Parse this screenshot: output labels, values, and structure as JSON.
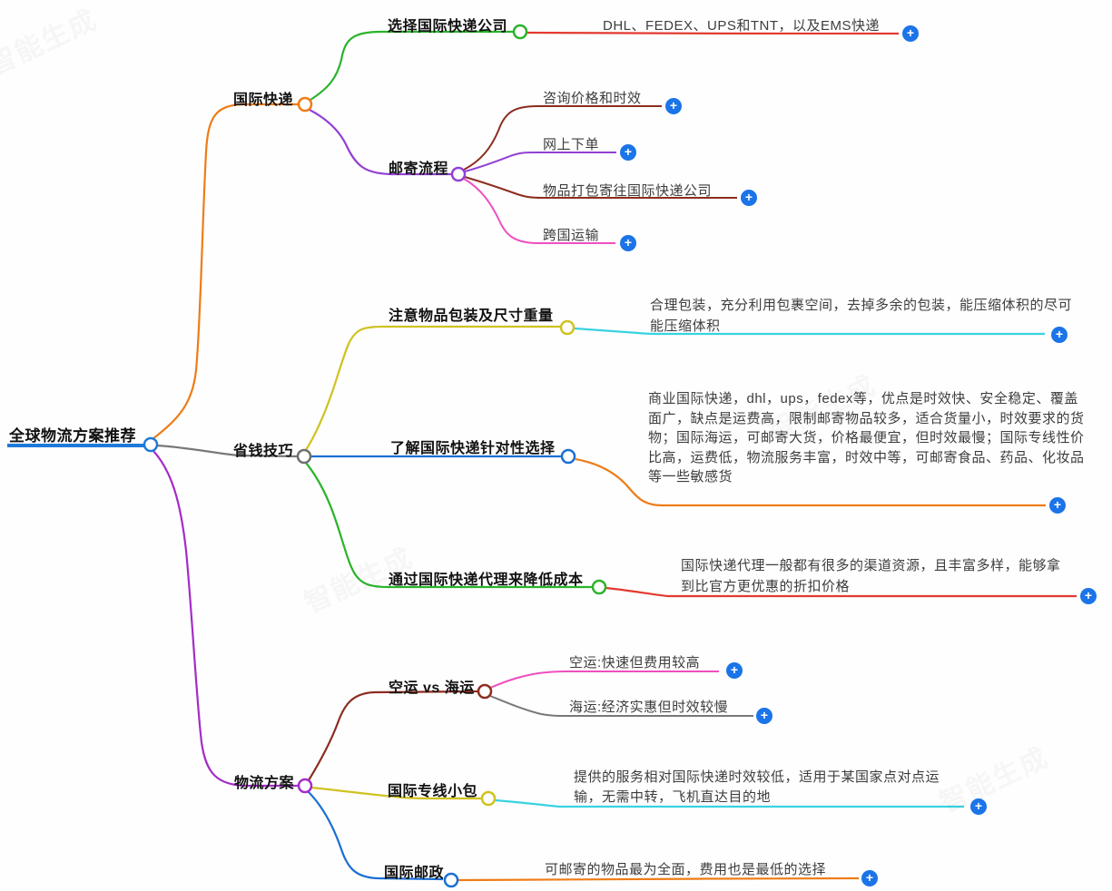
{
  "watermark": {
    "text": "智能生成"
  },
  "icons": {
    "plus": "+"
  },
  "colors": {
    "root_blue": "#1d7ad9",
    "orange": "#ee7c16",
    "gray": "#787878",
    "purple": "#a42cc8",
    "green": "#2ab32a",
    "red": "#e23a30",
    "maroon": "#8c2d20",
    "violet": "#9340d5",
    "pink": "#ee4fc0",
    "yellow": "#d0c220",
    "cyan": "#38d3e0",
    "deep_blue": "#1a6fd4",
    "plus_blue": "#1b74e8"
  },
  "root": {
    "label": "全球物流方案推荐"
  },
  "branches": [
    {
      "label": "国际快递",
      "children": [
        {
          "label": "选择国际快递公司",
          "children": [
            {
              "label": "DHL、FEDEX、UPS和TNT，以及EMS快递"
            }
          ]
        },
        {
          "label": "邮寄流程",
          "children": [
            {
              "label": "咨询价格和时效"
            },
            {
              "label": "网上下单"
            },
            {
              "label": "物品打包寄往国际快递公司"
            },
            {
              "label": "跨国运输"
            }
          ]
        }
      ]
    },
    {
      "label": "省钱技巧",
      "children": [
        {
          "label": "注意物品包装及尺寸重量",
          "children": [
            {
              "label": "合理包装，充分利用包裹空间，去掉多余的包装，能压缩体积的尽可能压缩体积"
            }
          ]
        },
        {
          "label": "了解国际快递针对性选择",
          "children": [
            {
              "label": "商业国际快递，dhl，ups，fedex等，优点是时效快、安全稳定、覆盖面广，缺点是运费高，限制邮寄物品较多，适合货量小，时效要求的货物；国际海运，可邮寄大货，价格最便宜，但时效最慢；国际专线性价比高，运费低，物流服务丰富，时效中等，可邮寄食品、药品、化妆品等一些敏感货"
            }
          ]
        },
        {
          "label": "通过国际快递代理来降低成本",
          "children": [
            {
              "label": "国际快递代理一般都有很多的渠道资源，且丰富多样，能够拿到比官方更优惠的折扣价格"
            }
          ]
        }
      ]
    },
    {
      "label": "物流方案",
      "children": [
        {
          "label": "空运 vs 海运",
          "children": [
            {
              "label": "空运:快速但费用较高"
            },
            {
              "label": "海运:经济实惠但时效较慢"
            }
          ]
        },
        {
          "label": "国际专线小包",
          "children": [
            {
              "label": "提供的服务相对国际快递时效较低，适用于某国家点对点运输，无需中转，飞机直达目的地"
            }
          ]
        },
        {
          "label": "国际邮政",
          "children": [
            {
              "label": "可邮寄的物品最为全面，费用也是最低的选择"
            }
          ]
        }
      ]
    }
  ]
}
